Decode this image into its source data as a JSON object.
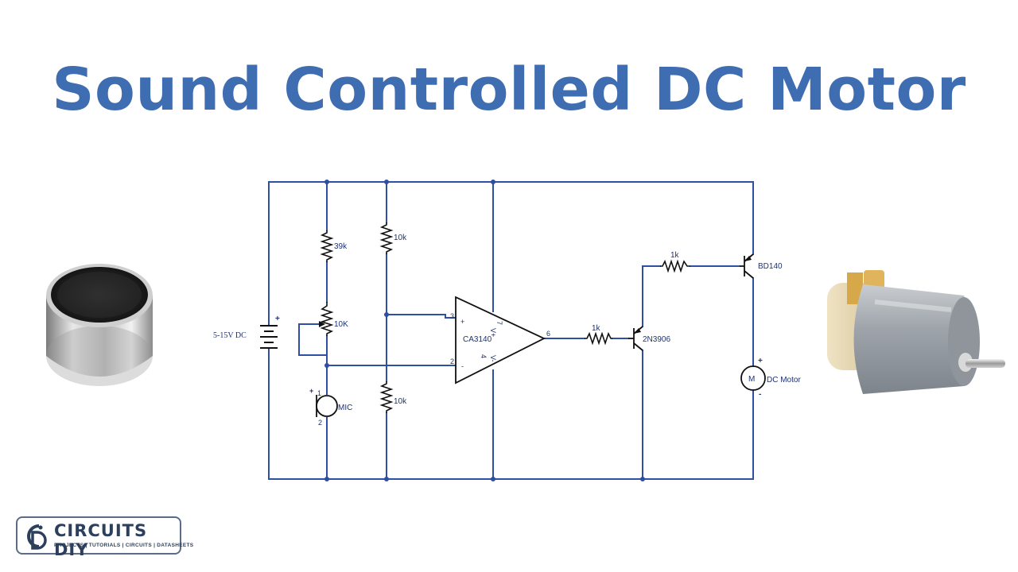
{
  "title": "Sound Controlled DC Motor",
  "colors": {
    "title": "#3f6db2",
    "wire": "#2e4fa3",
    "component": "#111111",
    "label": "#1e3370"
  },
  "labels": {
    "supply": "5-15V DC",
    "supply_plus": "+",
    "r1": "39k",
    "pot": "10K",
    "r2": "10k",
    "r3": "10k",
    "mic": "MIC",
    "opamp": "CA3140",
    "r4": "1k",
    "r5": "1k",
    "q1": "2N3906",
    "q2": "BD140",
    "motor_symbol": "M",
    "motor": "DC Motor",
    "motor_plus": "+",
    "motor_minus": "-"
  },
  "opamp_pins": {
    "pin3": "3",
    "pin2": "2",
    "pin7": "7",
    "pin4": "4",
    "pin6": "6",
    "plus": "+",
    "minus": "-",
    "vplus": "V+",
    "vminus": "V-"
  },
  "mic_pins": {
    "pin1": "1",
    "pin2": "2",
    "plus": "+"
  },
  "photos": {
    "left": "electret-microphone-photo",
    "right": "dc-motor-photo"
  },
  "logo": {
    "name": "CIRCUITS DIY",
    "tagline": "PROJECTS | TUTORIALS | CIRCUITS | DATASHEETS"
  }
}
